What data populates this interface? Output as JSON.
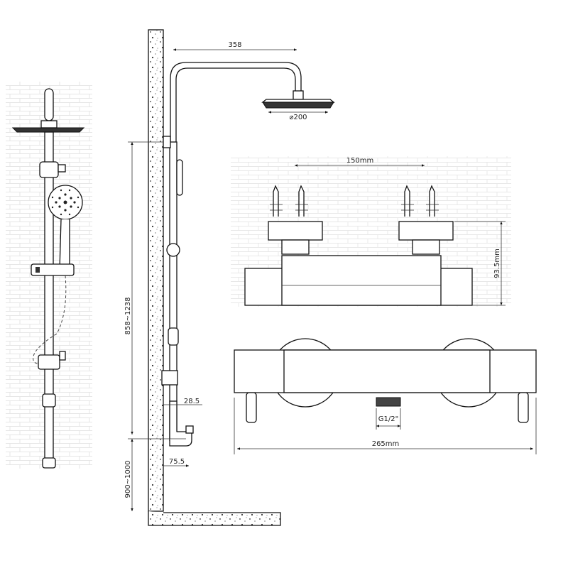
{
  "dimensions": {
    "arm_length": "358",
    "head_diameter": "⌀200",
    "rail_height": "858~1238",
    "offset_bracket": "28.5",
    "offset_bottom": "75.5",
    "mount_height": "900~1000",
    "inlet_spacing": "150mm",
    "valve_height": "93.5mm",
    "outlet_thread": "G1/2\"",
    "valve_width": "265mm"
  }
}
